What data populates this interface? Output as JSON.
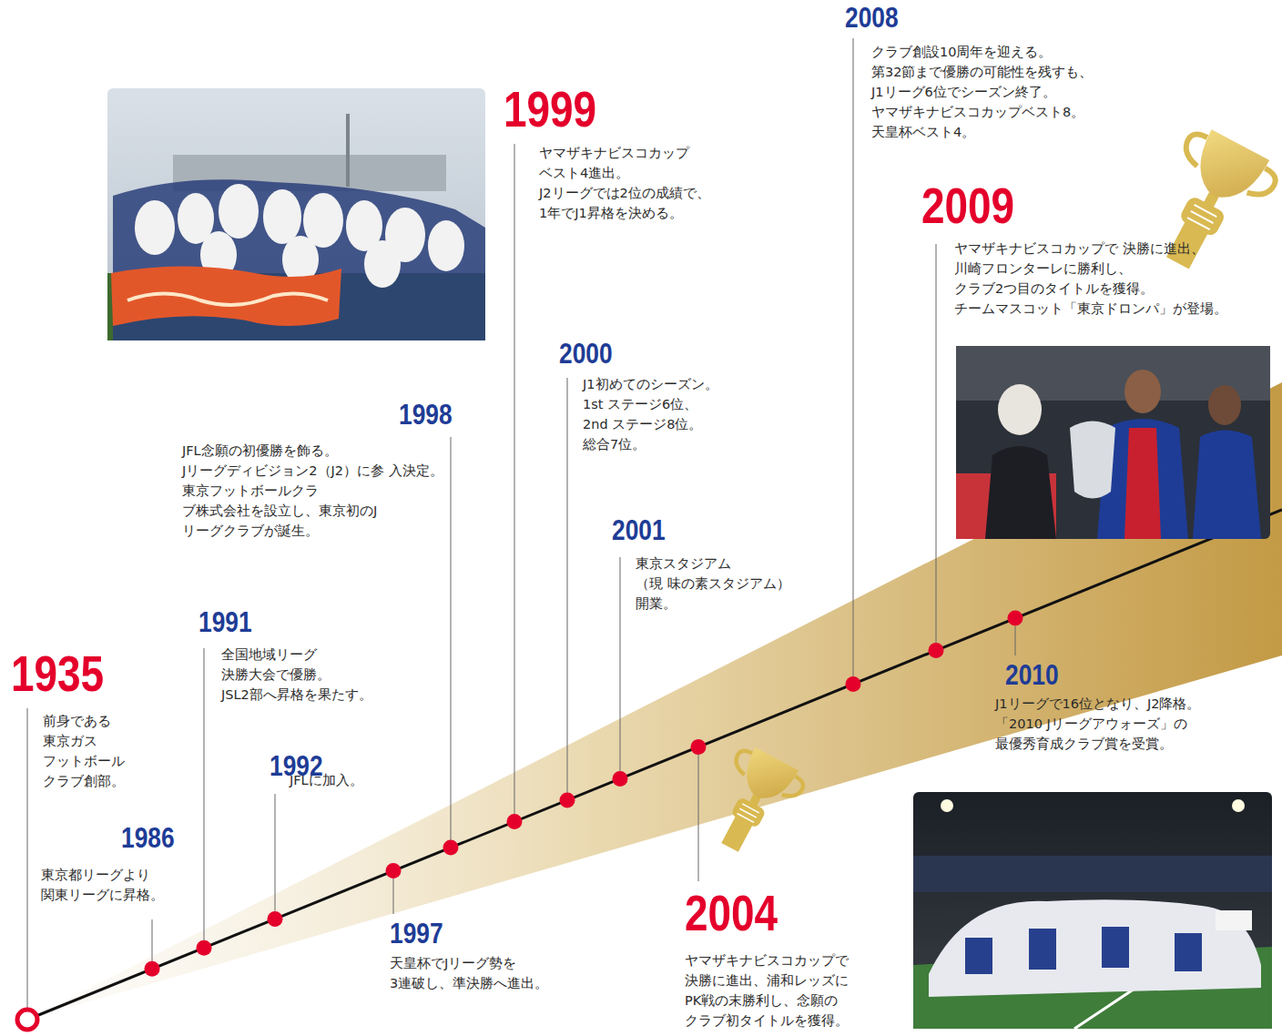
{
  "diagram": {
    "labels": [
      "1935",
      "前身である 東京ガス フットボール クラブ創部。",
      "1986",
      "東京都リーグより 関東リーグに昇格。",
      "1991",
      "全国地域リーグ 決勝大会で優勝。 JSL2部へ昇格を果たす。",
      "1992",
      "JFLに加入。",
      "1997",
      "天皇杯でJリーグ勢を 3連破し、準決勝へ進出。",
      "1998",
      "JFL念願の初優勝を飾る。 Jリーグディビジョン2（J2）に参 入決定。東京フットボールクラ ブ株式会社を設立し、東京初のJ リーグクラブが誕生。",
      "1999",
      "ヤマザキナビスコカップ ベスト4進出。 J2リーグでは2位の成績で、 1年でJ1昇格を決める。",
      "2000",
      "J1初めてのシーズン。 1st ステージ6位、 2nd ステージ8位。 総合7位。",
      "2001",
      "東京スタジアム （現 味の素スタジアム） 開業。",
      "2004",
      "ヤマザキナビスコカップで 決勝に進出、浦和レッズに PK戦の末勝利し、念願の クラブ初タイトルを獲得。",
      "2008",
      "クラブ創設10周年を迎える。 第32節まで優勝の可能性を残すも、 J1リーグ6位でシーズン終了。 ヤマザキナビスコカップベスト8。 天皇杯ベスト4。",
      "2009",
      "ヤマザキナビスコカップで 決勝に進出、川崎フロンターレに勝利し、 クラブ2つ目のタイトルを獲得。 チームマスコット「東京ドロンパ」が登場。",
      "2010",
      "J1リーグで16位となり、J2降格。 「2010 Jリーグアウォーズ」の 最優秀育成クラブ賞を受賞。"
    ]
  }
}
